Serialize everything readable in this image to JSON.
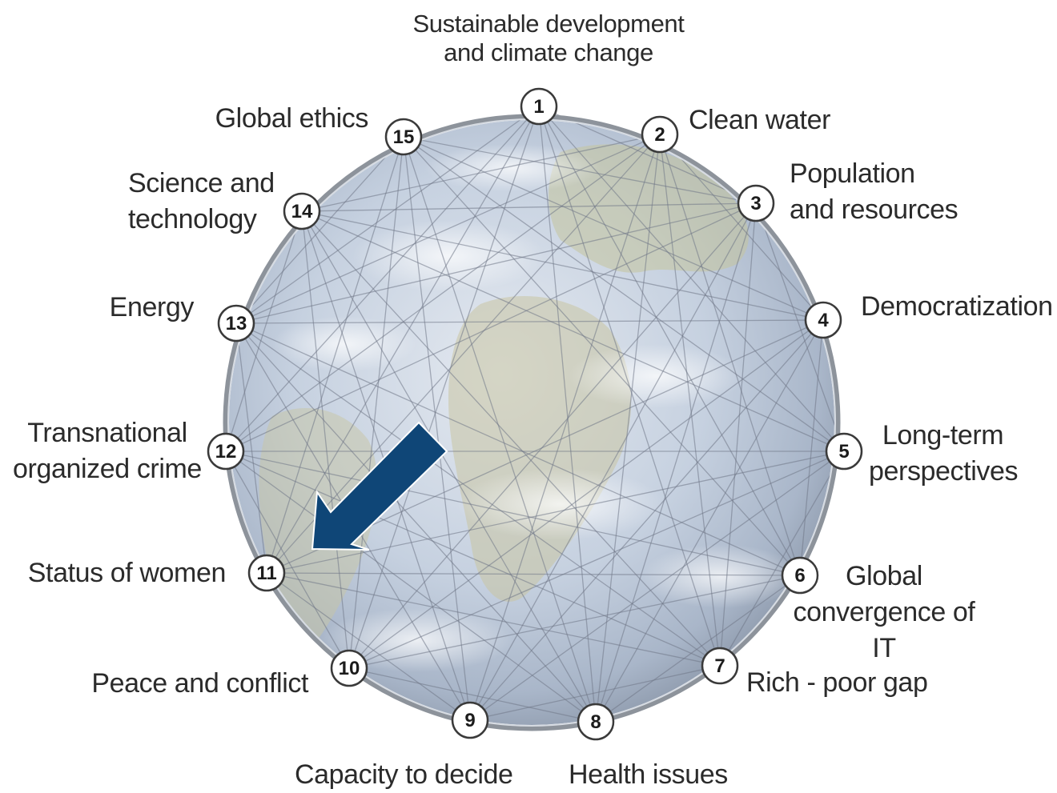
{
  "topics": [
    {
      "n": "1",
      "label": "Sustainable development\nand climate change"
    },
    {
      "n": "2",
      "label": "Clean water"
    },
    {
      "n": "3",
      "label": "Population\nand resources"
    },
    {
      "n": "4",
      "label": "Democratization"
    },
    {
      "n": "5",
      "label": "Long-term\nperspectives"
    },
    {
      "n": "6",
      "label": "Global\nconvergence of IT"
    },
    {
      "n": "7",
      "label": "Rich - poor gap"
    },
    {
      "n": "8",
      "label": "Health issues"
    },
    {
      "n": "9",
      "label": "Capacity to decide"
    },
    {
      "n": "10",
      "label": "Peace and conflict"
    },
    {
      "n": "11",
      "label": "Status of women"
    },
    {
      "n": "12",
      "label": "Transnational\norganized crime"
    },
    {
      "n": "13",
      "label": "Energy"
    },
    {
      "n": "14",
      "label": "Science and\ntechnology"
    },
    {
      "n": "15",
      "label": "Global ethics"
    }
  ],
  "colors": {
    "globe_ocean": "#b9c8dd",
    "globe_land": "#c9c7a4",
    "connection_line": "#6f7787",
    "ring": "#8d939b",
    "arrow": "#0f4677",
    "arrow_outline": "#ffffff"
  },
  "pointer": {
    "icon": "arrow-icon",
    "points_to": "11"
  }
}
